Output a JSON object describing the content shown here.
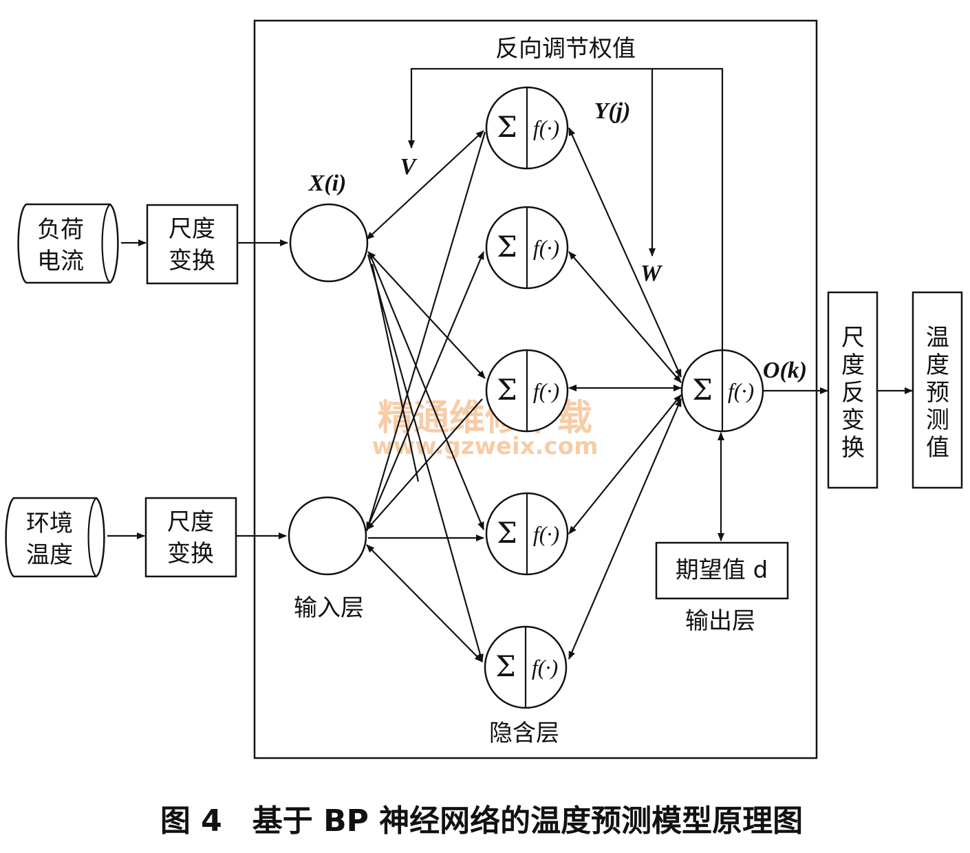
{
  "inputs": [
    {
      "line1": "负荷",
      "line2": "电流"
    },
    {
      "line1": "环境",
      "line2": "温度"
    }
  ],
  "scale_box": {
    "line1": "尺度",
    "line2": "变换"
  },
  "labels": {
    "feedback": "反向调节权值",
    "v": "V",
    "w": "W",
    "xi": "X(i)",
    "yj": "Y(j)",
    "ok": "O(k)",
    "input_layer": "输入层",
    "hidden_layer": "隐含层",
    "output_layer": "输出层",
    "expected": "期望值 d"
  },
  "neuron": {
    "sum": "Σ",
    "func": "f(·)"
  },
  "inverse_box": [
    "尺",
    "度",
    "反",
    "变",
    "换"
  ],
  "result_box": [
    "温",
    "度",
    "预",
    "测",
    "值"
  ],
  "caption": "图 4　基于 BP 神经网络的温度预测模型原理图",
  "watermark": {
    "line1": "精通维修下载",
    "line2": "www.gzweix.com"
  }
}
